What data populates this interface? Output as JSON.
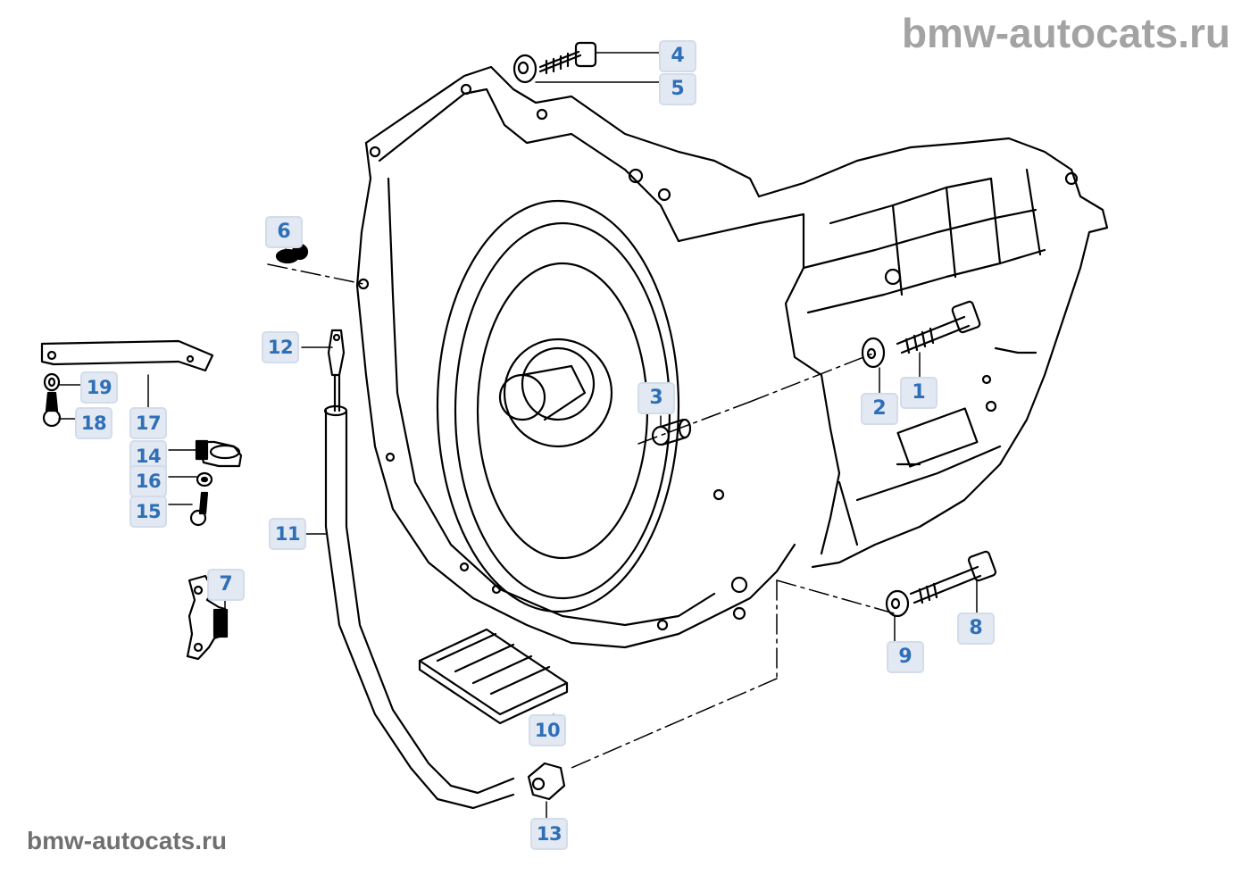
{
  "watermarks": {
    "top": "bmw-autocats.ru",
    "bottom": "bmw-autocats.ru"
  },
  "diagram": {
    "subject": "automatic transmission assembly",
    "accent_color": "#2e6fb7",
    "callout_bg": "#e3e9f3",
    "callouts": [
      {
        "id": "1",
        "label": "1",
        "part": "bolt"
      },
      {
        "id": "2",
        "label": "2",
        "part": "washer"
      },
      {
        "id": "3",
        "label": "3",
        "part": "dowel sleeve"
      },
      {
        "id": "4",
        "label": "4",
        "part": "bolt"
      },
      {
        "id": "5",
        "label": "5",
        "part": "washer"
      },
      {
        "id": "6",
        "label": "6",
        "part": "screw"
      },
      {
        "id": "7",
        "label": "7",
        "part": "clamp"
      },
      {
        "id": "8",
        "label": "8",
        "part": "bolt"
      },
      {
        "id": "9",
        "label": "9",
        "part": "washer"
      },
      {
        "id": "10",
        "label": "10",
        "part": "oil strainer"
      },
      {
        "id": "11",
        "label": "11",
        "part": "dipstick tube"
      },
      {
        "id": "12",
        "label": "12",
        "part": "dipstick"
      },
      {
        "id": "13",
        "label": "13",
        "part": "union nut"
      },
      {
        "id": "14",
        "label": "14",
        "part": "clip"
      },
      {
        "id": "15",
        "label": "15",
        "part": "screw"
      },
      {
        "id": "16",
        "label": "16",
        "part": "washer"
      },
      {
        "id": "17",
        "label": "17",
        "part": "bracket"
      },
      {
        "id": "18",
        "label": "18",
        "part": "screw"
      },
      {
        "id": "19",
        "label": "19",
        "part": "washer"
      }
    ]
  }
}
